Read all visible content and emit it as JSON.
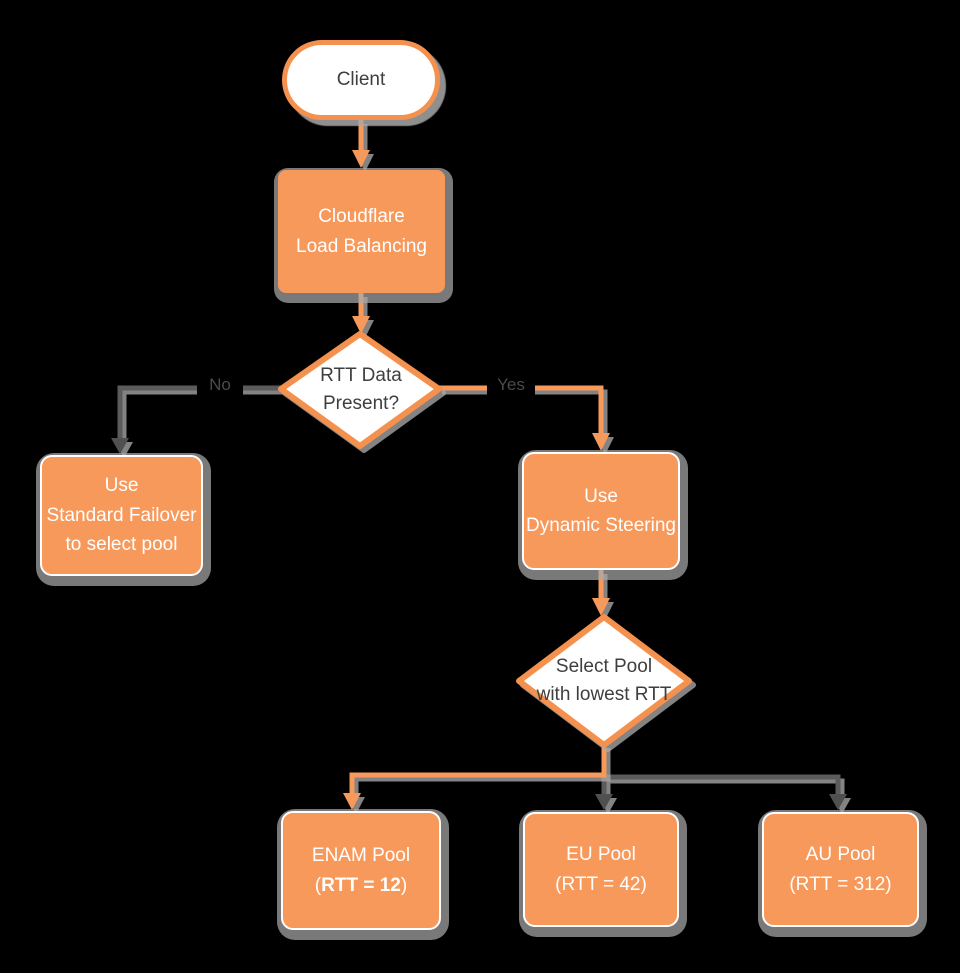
{
  "diagram": {
    "title": "Cloudflare Load Balancing decision flowchart",
    "background": "#000000"
  },
  "colors": {
    "node_fill_orange": "#F8995C",
    "node_border_orange": "#F5914E",
    "connector_gray": "#5B5B5B",
    "shadow_gray": "#A8A8A8",
    "text_light": "#FFFFFF",
    "text_dark": "#3E3E3E"
  },
  "nodes": {
    "client": {
      "label": "Client"
    },
    "load_balancer": {
      "lines": [
        "Cloudflare",
        "Load Balancing"
      ]
    },
    "rtt_decision": {
      "lines": [
        "RTT Data",
        "Present?"
      ]
    },
    "standard_failover": {
      "lines": [
        "Use",
        "Standard Failover",
        "to select pool"
      ]
    },
    "dynamic_steering": {
      "lines": [
        "Use",
        "Dynamic Steering"
      ]
    },
    "select_pool": {
      "lines": [
        "Select Pool",
        "with lowest RTT"
      ]
    },
    "enam_pool": {
      "line1": "ENAM Pool",
      "line2_prefix": "(",
      "line2_bold": "RTT = 12",
      "line2_suffix": ")"
    },
    "eu_pool": {
      "lines": [
        "EU Pool",
        "(RTT = 42)"
      ]
    },
    "au_pool": {
      "lines": [
        "AU Pool",
        "(RTT = 312)"
      ]
    }
  },
  "edges": {
    "no_label": "No",
    "yes_label": "Yes"
  }
}
